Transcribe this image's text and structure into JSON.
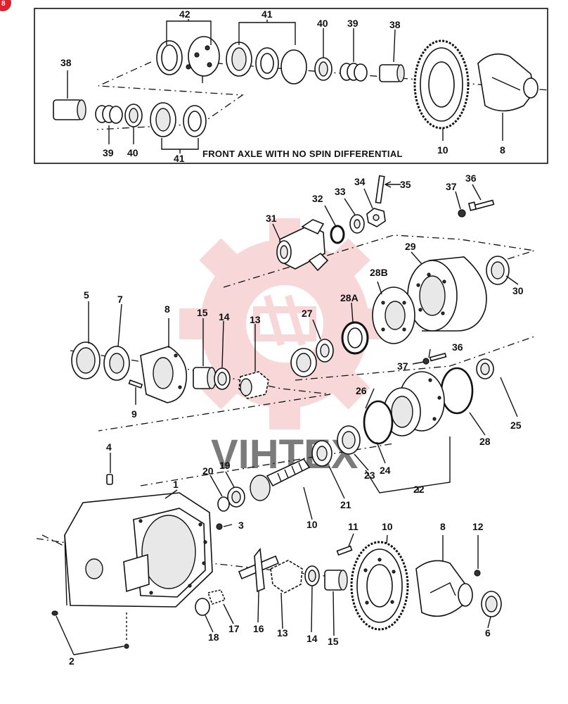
{
  "title": "FRONT AXLE WITH NO SPIN DIFFERENTIAL",
  "watermark_text": "VIHTEX",
  "corner_badge": "8",
  "colors": {
    "line": "#111111",
    "watermark": "#f2b8b8",
    "badge": "#e0202a"
  },
  "callouts": {
    "inset": {
      "p42": "42",
      "p41a": "41",
      "p40a": "40",
      "p39a": "39",
      "p38a": "38",
      "p38b": "38",
      "p39b": "39",
      "p40b": "40",
      "p41b": "41",
      "p10": "10",
      "p8": "8"
    },
    "main": {
      "p35": "35",
      "p34": "34",
      "p33": "33",
      "p32": "32",
      "p31": "31",
      "p37a": "37",
      "p36a": "36",
      "p29": "29",
      "p28B": "28B",
      "p28A": "28A",
      "p27": "27",
      "p30": "30",
      "p5": "5",
      "p7": "7",
      "p8a": "8",
      "p15a": "15",
      "p14a": "14",
      "p13a": "13",
      "p9": "9",
      "p36b": "36",
      "p37b": "37",
      "p26": "26",
      "p25": "25",
      "p28": "28",
      "p24": "24",
      "p23": "23",
      "p22": "22",
      "p21": "21",
      "p4": "4",
      "p20": "20",
      "p19": "19",
      "p1": "1",
      "p10a": "10",
      "p3": "3",
      "p11": "11",
      "p10b": "10",
      "p8b": "8",
      "p12": "12",
      "p16": "16",
      "p13b": "13",
      "p14b": "14",
      "p15b": "15",
      "p17": "17",
      "p18": "18",
      "p6": "6",
      "p2": "2"
    }
  }
}
